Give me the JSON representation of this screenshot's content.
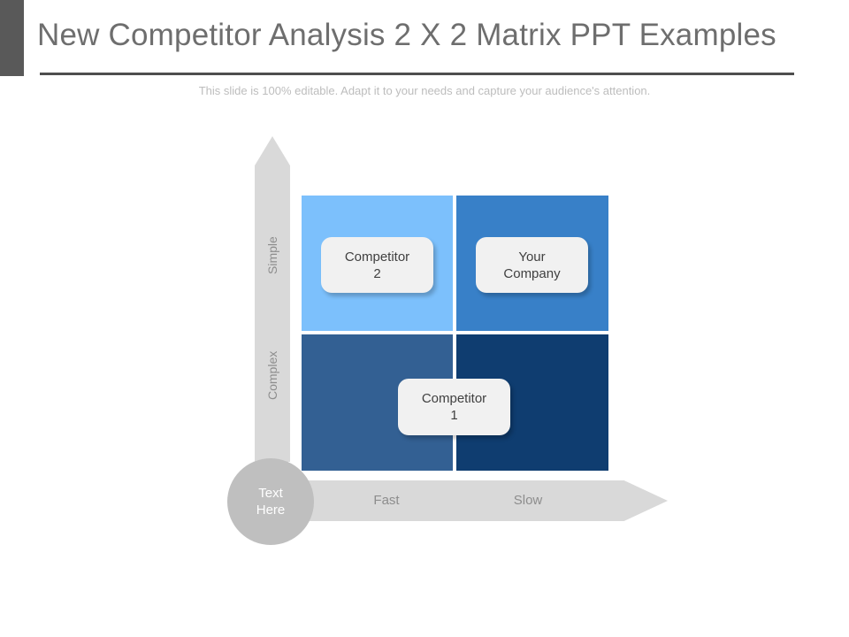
{
  "header": {
    "title": "New Competitor Analysis 2 X 2 Matrix PPT Examples",
    "subtitle": "This slide is 100% editable. Adapt it to your needs and capture your audience's attention.",
    "accent_color": "#595959",
    "title_color": "#6e6e6e",
    "rule_color": "#4d4d4d"
  },
  "matrix": {
    "vertical_axis": {
      "top_label": "Simple",
      "bottom_label": "Complex",
      "arrow_color": "#d9d9d9",
      "label_color": "#8d8d8d",
      "direction": "up"
    },
    "horizontal_axis": {
      "left_label": "Fast",
      "right_label": "Slow",
      "arrow_color": "#d9d9d9",
      "label_color": "#8d8d8d",
      "direction": "right"
    },
    "origin": {
      "line1": "Text",
      "line2": "Here",
      "fill_color": "#bfbfbf",
      "text_color": "#ffffff"
    },
    "quadrants": [
      {
        "id": "top-left",
        "color": "#7cc0fc"
      },
      {
        "id": "top-right",
        "color": "#3880c8"
      },
      {
        "id": "bottom-left",
        "color": "#336093"
      },
      {
        "id": "bottom-right",
        "color": "#0f3d70"
      }
    ],
    "items": [
      {
        "id": "competitor-2",
        "line1": "Competitor",
        "line2": "2",
        "quadrant": "top-left"
      },
      {
        "id": "your-company",
        "line1": "Your",
        "line2": "Company",
        "quadrant": "top-right"
      },
      {
        "id": "competitor-1",
        "line1": "Competitor",
        "line2": "1",
        "quadrant": "bottom-left"
      }
    ],
    "chip_fill": "#f1f1f1",
    "chip_text_color": "#404040"
  }
}
